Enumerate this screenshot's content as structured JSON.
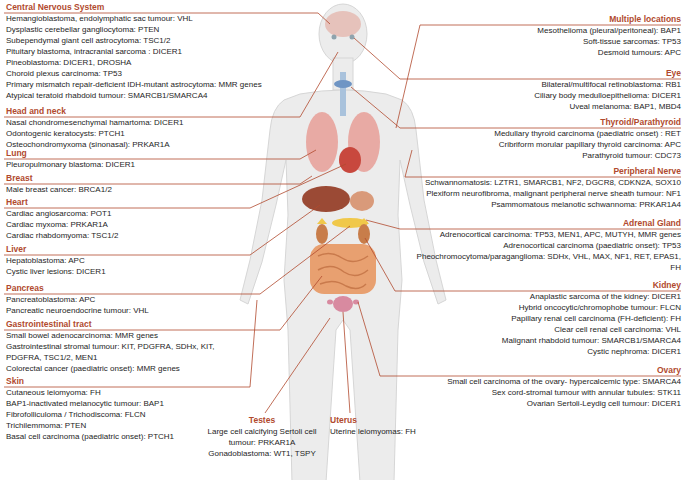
{
  "diagram": {
    "labels": [
      "Central Nervous System",
      "Hemangioblastoma, endolymphatic sac tumour: VHL",
      "Dysplastic cerebellar gangliocytoma: PTEN",
      "Subependymal giant cell astrocytoma: TSC1/2",
      "Pituitary blastoma, intracranial sarcoma : DICER1",
      "Pineoblastoma: DICER1, DROSHA",
      "Choroid plexus carcinoma: TP53",
      "Primary mismatch repair-deficient IDH-mutant astrocytoma: MMR genes",
      "Atypical teratoid rhabdoid tumour: SMARCB1/SMARCA4",
      "Head and neck",
      "Nasal chondromesenchymal hamartoma: DICER1",
      "Odontogenic keratocysts: PTCH1",
      "Osteochondromyxoma (sinonasal): PRKAR1A",
      "Lung",
      "Pleuropulmonary blastoma: DICER1",
      "Breast",
      "Male breast cancer: BRCA1/2",
      "Heart",
      "Cardiac angiosarcoma: POT1",
      "Cardiac myxoma: PRKAR1A",
      "Cardiac rhabdomyoma: TSC1/2",
      "Liver",
      "Hepatoblastoma: APC",
      "Cystic liver lesions: DICER1",
      "Pancreas",
      "Pancreatoblastoma: APC",
      "Pancreatic neuroendocrine tumour: VHL",
      "Gastrointestinal tract",
      "Small bowel adenocarcinoma: MMR genes",
      "Gastrointestinal stromal tumour: KIT, PDGFRA, SDHx, KIT, PDGFRA, TSC1/2, MEN1",
      "Colorectal cancer (paediatric onset): MMR genes",
      "Skin",
      "Cutaneous leiomyoma: FH",
      "BAP1-inactivated melanocytic tumour: BAP1",
      "Fibrofolliculoma / Trichodiscoma: FLCN",
      "Trichilemmoma: PTEN",
      "Basal cell carcinoma (paediatric onset): PTCH1",
      "Testes",
      "Large cell calcifying Sertoli cell tumour: PRKAR1A",
      "Gonadoblastoma: WT1, TSPY",
      "Uterus",
      "Uterine leiomyomas: FH",
      "Multiple locations",
      "Mesothelioma (pleural/peritoneal): BAP1",
      "Soft-tissue sarcomas: TP53",
      "Desmoid tumours: APC",
      "Eye",
      "Bilateral/multifocal retinoblastoma: RB1",
      "Ciliary body medulloepithelioma: DICER1",
      "Uveal melanoma: BAP1, MBD4",
      "Thyroid/Parathyroid",
      "Medullary thyroid carcinoma (paediatric onset) : RET",
      "Cribriform morular papillary thyroid carcinoma: APC",
      "Parathyroid tumour: CDC73",
      "Peripheral Nerve",
      "Schwannomatosis: LZTR1, SMARCB1, NF2, DGCR8, CDKN2A, SOX10",
      "Plexiform neurofibroma, malignant peripheral nerve sheath tumour: NF1",
      "Psammomatous melanotic schwannoma: PRKAR1A4",
      "Adrenal Gland",
      "Adrenocortical carcinoma: TP53, MEN1, APC, MUTYH, MMR genes",
      "Adrenocortical carcinoma (paediatric onset): TP53",
      "Pheochromocytoma/paraganglioma: SDHx, VHL, MAX, NF1, RET, EPAS1, FH",
      "Kidney",
      "Anaplastic sarcoma of the kidney: DICER1",
      "Hybrid oncocytic/chromophobe tumour: FLCN",
      "Papillary renal cell carcinoma (FH-deficient): FH",
      "Clear cell renal cell carcinoma: VHL",
      "Malignant rhabdoid tumour: SMARCB1/SMARCA4",
      "Cystic nephroma: DICER1",
      "Ovary",
      "Small cell carcinoma of the ovary- hypercalcemic type: SMARCA4",
      "Sex cord-stromal tumour with annular tubules: STK11",
      "Ovarian Sertoli-Leydig cell tumour: DICER1"
    ]
  }
}
